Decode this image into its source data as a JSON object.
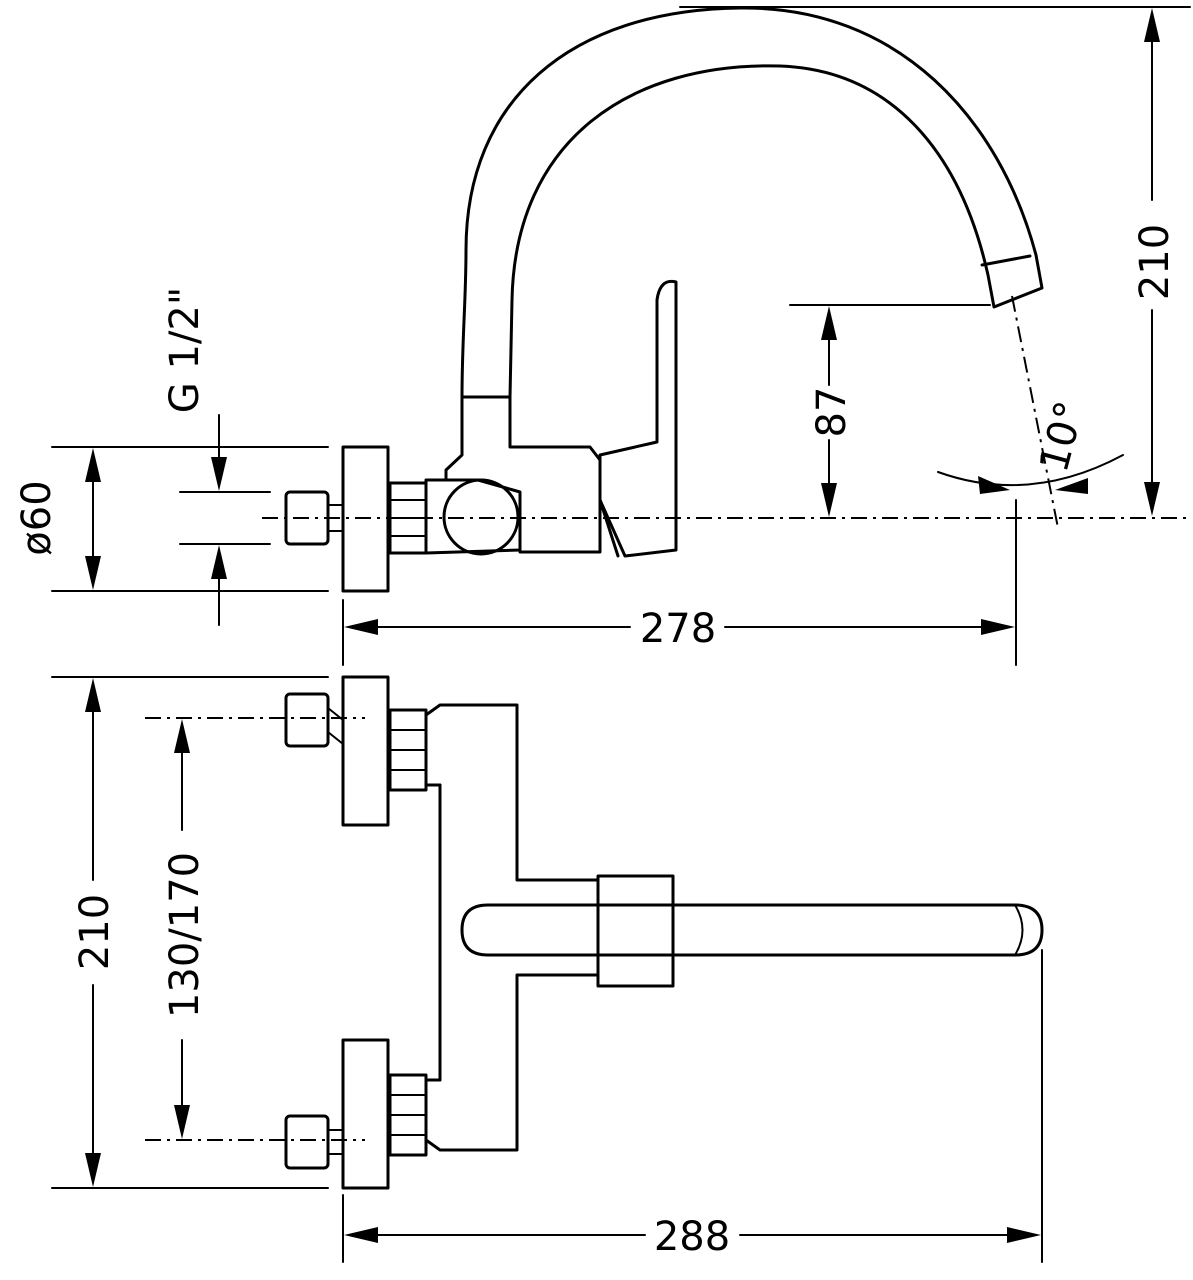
{
  "dimensions": {
    "side_height": "210",
    "outlet_height": "87",
    "spout_angle": "10°",
    "flange_diameter": "ø60",
    "thread": "G   1/2\"",
    "side_depth": "278",
    "plan_height": "210",
    "centers": "130/170",
    "plan_depth": "288"
  },
  "colors": {
    "line": "#000000",
    "background": "#ffffff"
  }
}
